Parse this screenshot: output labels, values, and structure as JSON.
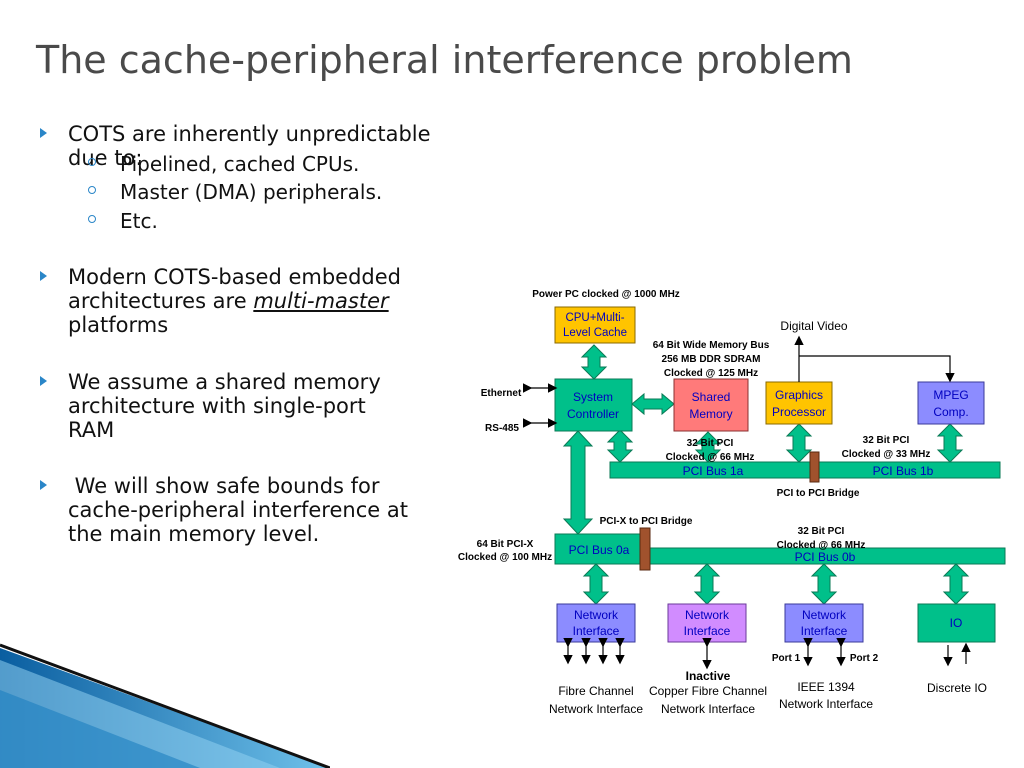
{
  "title": "The cache-peripheral interference problem",
  "bullets": [
    {
      "text": "COTS are inherently unpredictable due to:",
      "subs": [
        "Pipelined, cached CPUs.",
        "Master (DMA) peripherals.",
        "Etc."
      ]
    },
    {
      "lines": [
        "Modern COTS-based embedded",
        "architectures are "
      ],
      "emph": "multi-master",
      "tail": "platforms"
    },
    {
      "lines": [
        "We assume a shared memory",
        "architecture with single-port",
        "RAM"
      ]
    },
    {
      "lines": [
        " We will show safe bounds for",
        "cache-peripheral interference at",
        "the main memory level."
      ]
    }
  ],
  "diagram": {
    "cpu_label": "Power PC clocked @ 1000 MHz",
    "cpu_box": [
      "CPU+Multi-",
      "Level Cache"
    ],
    "system_controller": [
      "System",
      "Controller"
    ],
    "shared_memory": [
      "Shared",
      "Memory"
    ],
    "memory_bus": [
      "64 Bit Wide Memory Bus",
      "256 MB DDR SDRAM",
      "Clocked @ 125 MHz"
    ],
    "graphics": [
      "Graphics",
      "Processor"
    ],
    "digital_video": "Digital Video",
    "mpeg": [
      "MPEG",
      "Comp."
    ],
    "ethernet": "Ethernet",
    "rs485": "RS-485",
    "pci1a_spec": [
      "32 Bit PCI",
      "Clocked @ 66 MHz"
    ],
    "pci1b_spec": [
      "32 Bit PCI",
      "Clocked @ 33 MHz"
    ],
    "pci_bus_1a": "PCI Bus 1a",
    "pci_bus_1b": "PCI Bus 1b",
    "pci_to_pci": "PCI to PCI Bridge",
    "pcix_bridge": "PCI-X to PCI Bridge",
    "pcix_spec": [
      "64 Bit PCI-X",
      "Clocked @ 100 MHz"
    ],
    "pci0b_spec": [
      "32 Bit PCI",
      "Clocked @ 66 MHz"
    ],
    "pci_bus_0a": "PCI Bus 0a",
    "pci_bus_0b": "PCI Bus 0b",
    "ni1": [
      "Network",
      "Interface"
    ],
    "ni2": [
      "Network",
      "Interface"
    ],
    "ni3": [
      "Network",
      "Interface"
    ],
    "io": "IO",
    "port1": "Port 1",
    "port2": "Port 2",
    "inactive": "Inactive",
    "fibre": [
      "Fibre Channel",
      "Network Interface"
    ],
    "copper": [
      "Copper Fibre Channel",
      "Network Interface"
    ],
    "ieee": [
      "IEEE 1394",
      "Network Interface"
    ],
    "discrete": "Discrete IO"
  },
  "colors": {
    "title": "#4a4a4a",
    "bullet": "#2a86c8",
    "green": "#00c08a",
    "yellow": "#ffc400",
    "pink": "#ff7a7a",
    "blue": "#8c8cff",
    "purple": "#d18cff",
    "bridge": "#a0522d"
  }
}
